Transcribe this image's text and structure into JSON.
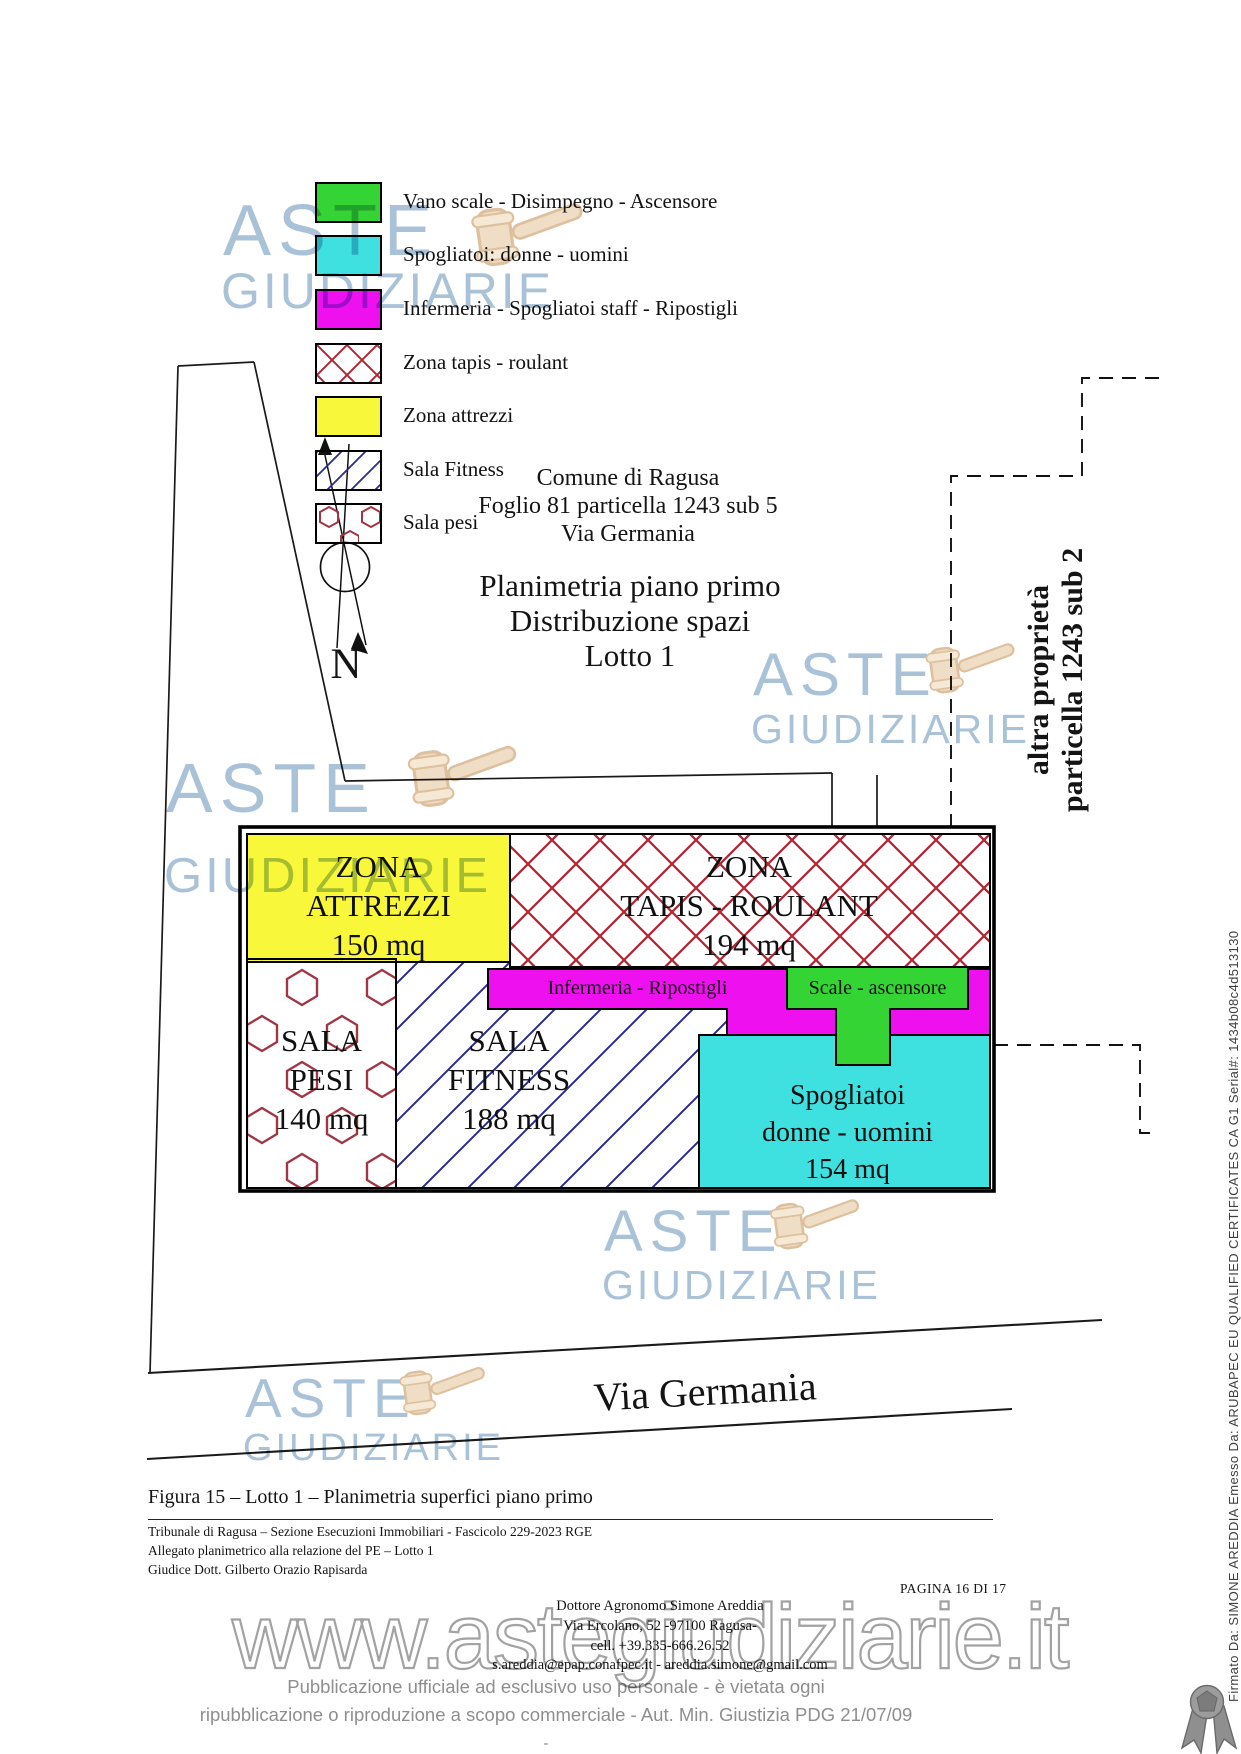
{
  "legend": {
    "items": [
      {
        "key": "vano-scale",
        "label": "Vano scale - Disimpegno - Ascensore",
        "swatch": "green"
      },
      {
        "key": "spogliatoi",
        "label": "Spogliatoi: donne - uomini",
        "swatch": "cyan"
      },
      {
        "key": "infermeria",
        "label": "Infermeria - Spogliatoi staff - Ripostigli",
        "swatch": "magenta"
      },
      {
        "key": "zona-tapis",
        "label": "Zona tapis - roulant",
        "swatch": "red-crosshatch"
      },
      {
        "key": "zona-attrezzi",
        "label": "Zona attrezzi",
        "swatch": "yellow"
      },
      {
        "key": "sala-fitness",
        "label": "Sala Fitness",
        "swatch": "blue-diagonal"
      },
      {
        "key": "sala-pesi",
        "label": "Sala pesi",
        "swatch": "red-hexagons"
      }
    ]
  },
  "compass": {
    "label": "N"
  },
  "location": {
    "line1": "Comune di Ragusa",
    "line2": "Foglio 81 particella 1243 sub 5",
    "line3": "Via Germania"
  },
  "title": {
    "line1": "Planimetria piano primo",
    "line2": "Distribuzione spazi",
    "line3": "Lotto 1"
  },
  "neighbor": {
    "line1": "altra proprietà",
    "line2": "particella 1243 sub 2"
  },
  "plan": {
    "attrezzi": {
      "lines": [
        "ZONA",
        "ATTREZZI",
        "150 mq"
      ],
      "color": "#f9f73a"
    },
    "tapis": {
      "lines": [
        "ZONA",
        "TAPIS - ROULANT",
        "194 mq"
      ],
      "pattern_color": "#b02838"
    },
    "pesi": {
      "lines": [
        "SALA",
        "PESI",
        "140 mq"
      ],
      "pattern_color": "#a03545"
    },
    "fitness": {
      "lines": [
        "SALA",
        "FITNESS",
        "188 mq"
      ],
      "pattern_color": "#2b2b8f"
    },
    "spogliatoi": {
      "lines": [
        "Spogliatoi",
        "donne - uomini",
        "154 mq"
      ],
      "color": "#3fe0e0"
    },
    "infermeria": {
      "label": "Infermeria - Ripostigli",
      "color": "#ee10ee"
    },
    "scale": {
      "label": "Scale - ascensore",
      "color": "#35d435"
    }
  },
  "road": {
    "label": "Via Germania"
  },
  "caption": "Figura 15 – Lotto 1 – Planimetria superfici piano primo",
  "footer": {
    "line1": "Tribunale di Ragusa – Sezione Esecuzioni Immobiliari - Fascicolo 229-2023 RGE",
    "line2": "Allegato planimetrico alla relazione del PE – Lotto 1",
    "line3": "Giudice Dott. Gilberto Orazio Rapisarda",
    "page_indicator": "PAGINA 16 DI 17",
    "contact1": "Dottore Agronomo Simone Areddia",
    "contact2": "Via Ercolano, 52 -97100 Ragusa-",
    "contact3": "cell. +39.335-666.26.52",
    "contact4": "s.areddia@epap.conafpec.it  - areddia.simone@gmail.com",
    "disclaimer1": "Pubblicazione ufficiale ad esclusivo uso personale - è vietata ogni",
    "disclaimer2": "ripubblicazione o riproduzione a scopo commerciale - Aut. Min. Giustizia PDG 21/07/09",
    "dash": "-"
  },
  "watermark": {
    "aste": "ASTE",
    "giudiziarie": "GIUDIZIARIE",
    "site": "www.astegiudiziarie.it"
  },
  "signature": "Firmato Da: SIMONE AREDDIA Emesso Da: ARUBAPEC EU QUALIFIED CERTIFICATES CA G1 Serial#: 1434b08c4d513130"
}
